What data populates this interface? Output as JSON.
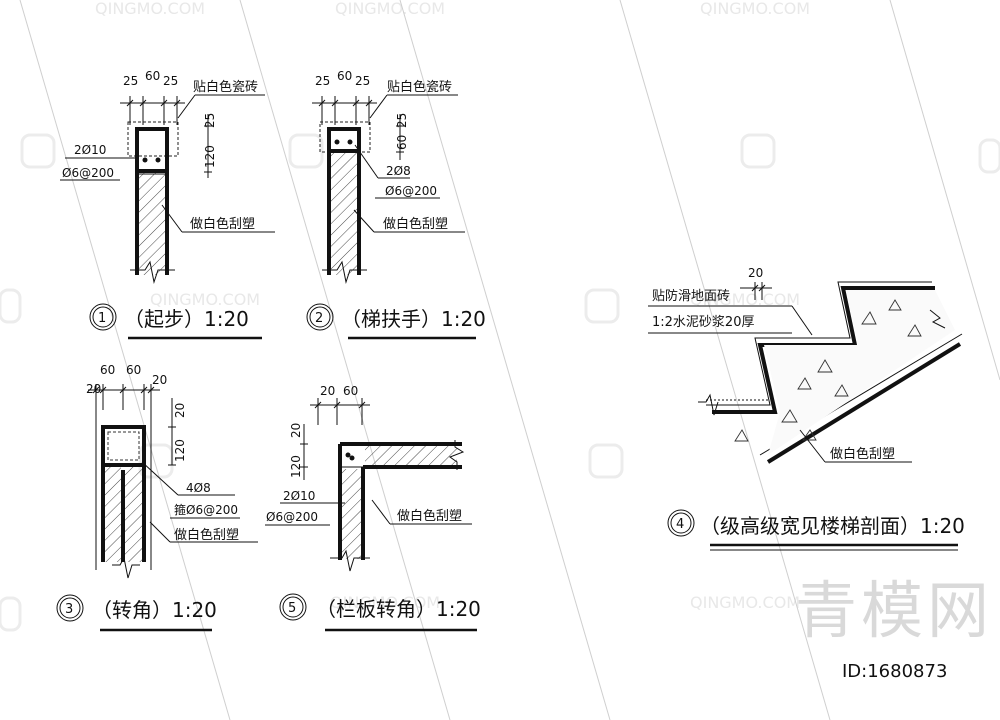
{
  "watermark": {
    "site_text": "QINGMO.COM",
    "brand": "青模网",
    "id_label": "ID:1680873"
  },
  "details": [
    {
      "number": "1",
      "title": "（起步）1:20",
      "dims_top": [
        "25",
        "60",
        "25"
      ],
      "dims_side": [
        "25",
        "120"
      ],
      "labels": [
        "贴白色瓷砖",
        "2Ø10",
        "Ø6@200",
        "做白色刮塑"
      ]
    },
    {
      "number": "2",
      "title": "（梯扶手）1:20",
      "dims_top": [
        "25",
        "60",
        "25"
      ],
      "dims_side": [
        "25",
        "60"
      ],
      "labels": [
        "贴白色瓷砖",
        "2Ø8",
        "Ø6@200",
        "做白色刮塑"
      ]
    },
    {
      "number": "3",
      "title": "（转角）1:20",
      "dims_top": [
        "20",
        "60",
        "60",
        "20"
      ],
      "dims_side": [
        "20",
        "120"
      ],
      "labels": [
        "4Ø8",
        "箍Ø6@200",
        "做白色刮塑"
      ]
    },
    {
      "number": "5",
      "title": "（栏板转角）1:20",
      "dims_top": [
        "20",
        "60"
      ],
      "dims_side": [
        "20",
        "120"
      ],
      "labels": [
        "2Ø10",
        "Ø6@200",
        "做白色刮塑"
      ]
    },
    {
      "number": "4",
      "title": "（级高级宽见楼梯剖面）1:20",
      "dims_top": [
        "20"
      ],
      "labels": [
        "贴防滑地面砖",
        "1:2水泥砂浆20厚",
        "做白色刮塑"
      ]
    }
  ]
}
